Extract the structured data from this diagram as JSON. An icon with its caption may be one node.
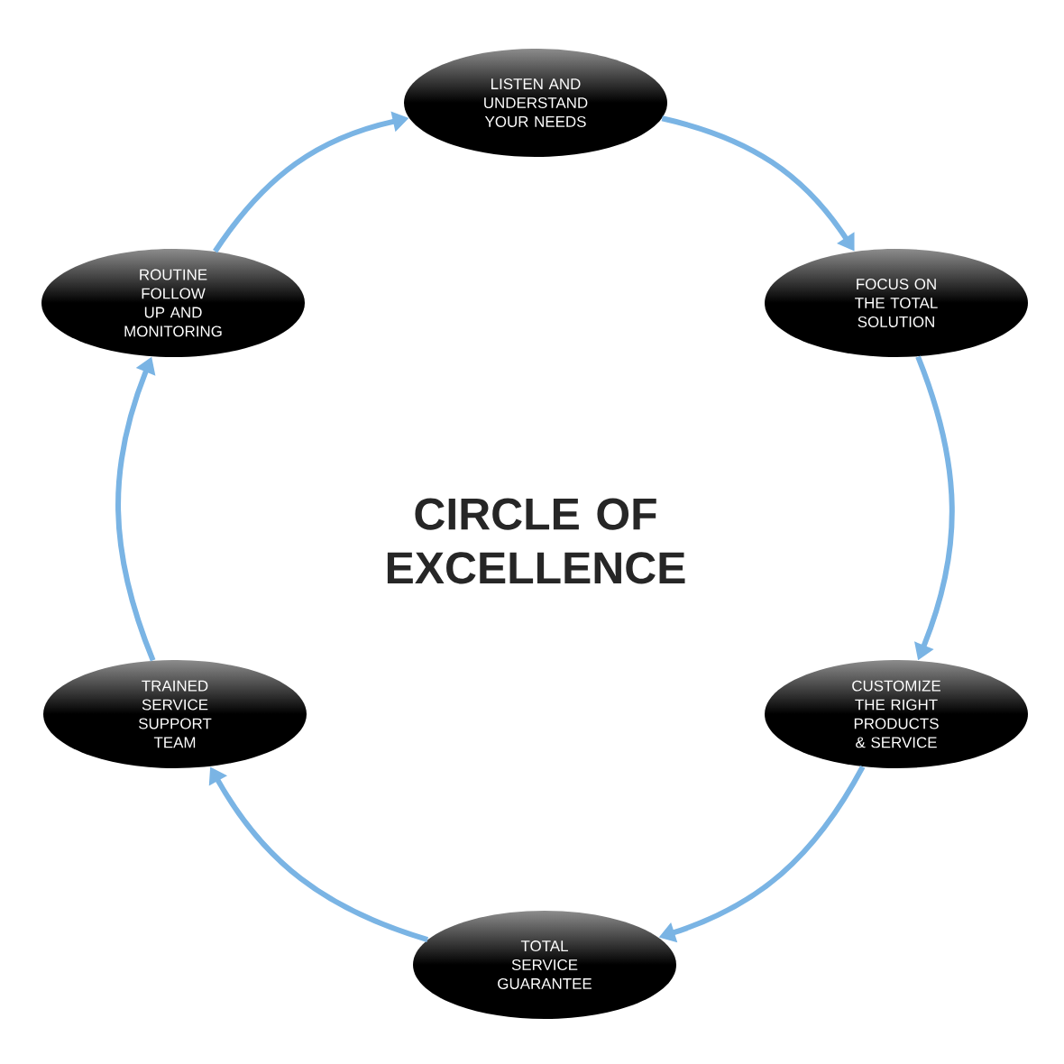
{
  "diagram": {
    "title": "CIRCLE OF EXCELLENCE",
    "nodes": [
      {
        "text": [
          "LISTEN AND UNDERSTAND YOUR NEEDS"
        ]
      },
      {
        "text": [
          "ROUTINE FOLLOW UP AND MONITORING"
        ]
      },
      {
        "text": [
          "FOCUS ON THE TOTAL SOLUTION"
        ]
      },
      {
        "text": [
          "TRAINED SERVICE SUPPORT TEAM"
        ]
      },
      {
        "text": [
          "CUSTOMIZE THE RIGHT PRODUCTS & SERVICE"
        ]
      },
      {
        "text": [
          "TOTAL SERVICE GUARANTEE"
        ]
      }
    ],
    "edges": [
      {
        "from": 0,
        "to": 2,
        "arrow": "to"
      },
      {
        "from": 2,
        "to": 4,
        "arrow": "to"
      },
      {
        "from": 4,
        "to": 5,
        "arrow": "to"
      },
      {
        "from": 5,
        "to": 3,
        "arrow": "to"
      },
      {
        "from": 3,
        "to": 1,
        "arrow": "to"
      },
      {
        "from": 1,
        "to": 0,
        "arrow": "to"
      }
    ]
  }
}
